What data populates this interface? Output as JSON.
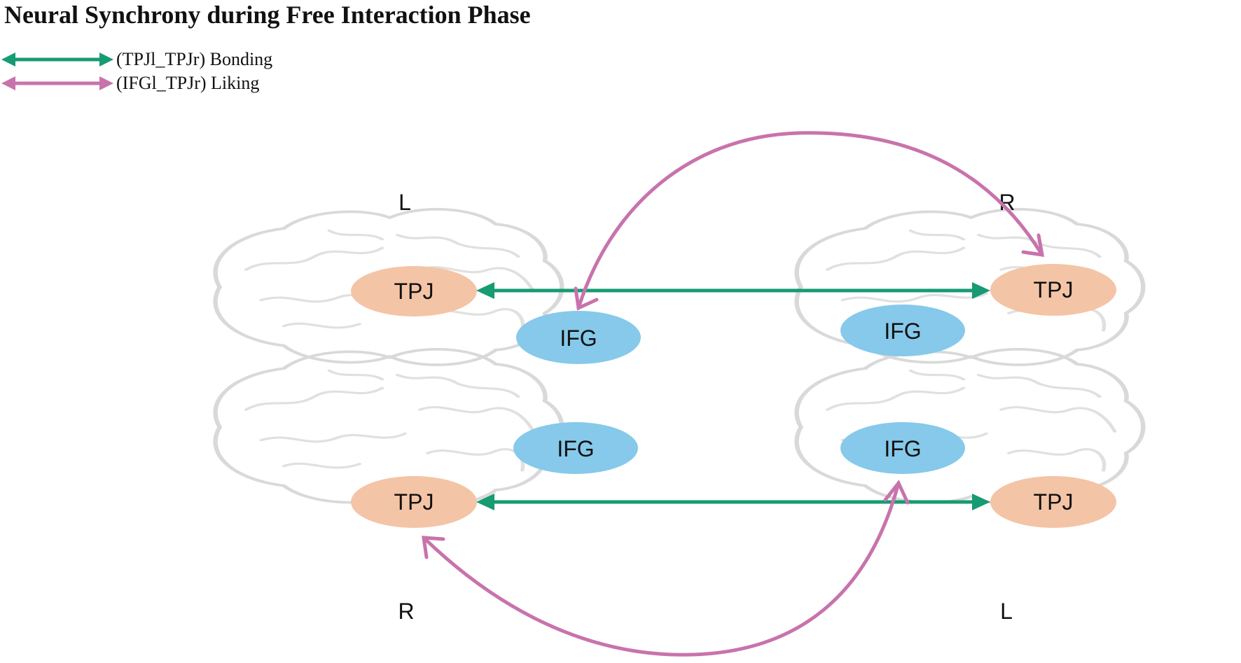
{
  "title": "Neural Synchrony during Free Interaction Phase",
  "legend": [
    {
      "label": "(TPJl_TPJr) Bonding",
      "color": "#169b72"
    },
    {
      "label": "(IFGl_TPJr) Liking",
      "color": "#c873ac"
    }
  ],
  "side_labels": {
    "top_left": "L",
    "top_right": "R",
    "bottom_left": "R",
    "bottom_right": "L"
  },
  "regions": {
    "tpj": "TPJ",
    "ifg": "IFG"
  },
  "colors": {
    "tpj_fill": "#f4c4a6",
    "ifg_fill": "#86c9ea",
    "brain_outline": "#d9d9d9",
    "bonding": "#169b72",
    "liking": "#c873ac"
  }
}
